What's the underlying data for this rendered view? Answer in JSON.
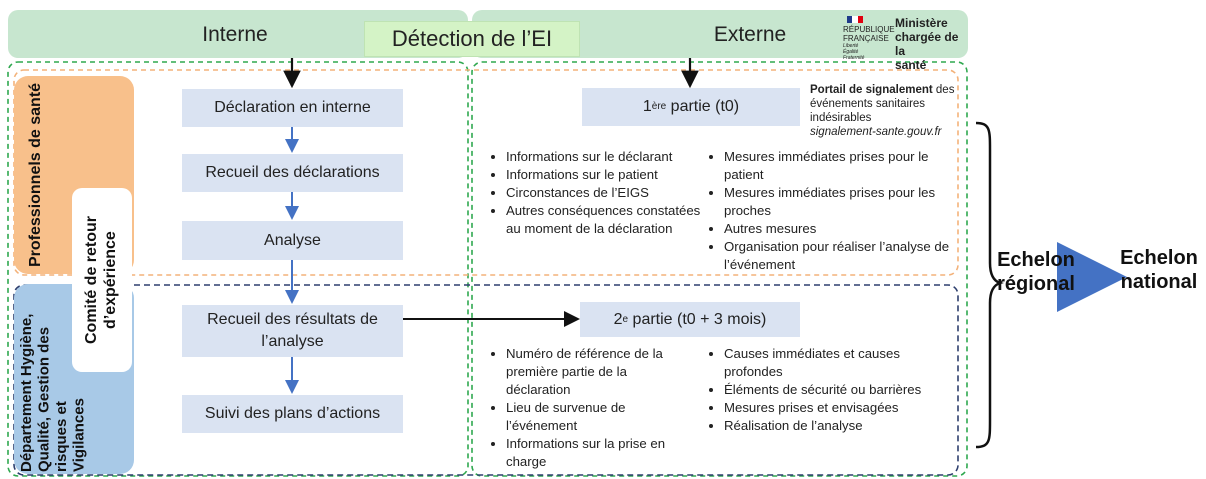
{
  "header": {
    "interne": "Interne",
    "externe": "Externe",
    "detection": "Détection de l’EI"
  },
  "logo": {
    "republique": "RÉPUBLIQUE",
    "francaise": "FRANÇAISE",
    "motto": [
      "Liberté",
      "Égalité",
      "Fraternité"
    ],
    "ministere": [
      "Ministère",
      "chargée de la",
      "santé"
    ]
  },
  "side": {
    "pro_sante": "Professionnels de santé",
    "comite": "Comité de retour d’expérience",
    "departement": [
      "Département Hygiène,",
      "Qualité, Gestion des",
      "risques et",
      "Vigilances"
    ]
  },
  "interne_steps": [
    "Déclaration en interne",
    "Recueil des déclarations",
    "Analyse",
    "Recueil des résultats de l’analyse",
    "Suivi des plans d’actions"
  ],
  "part1": {
    "num": "1",
    "sup": "ère",
    "label": " partie (t0)",
    "portal_bold": "Portail de signalement",
    "portal_rest": " des événements sanitaires indésirables",
    "portal_url": "signalement-sante.gouv.fr",
    "left": [
      "Informations sur le déclarant",
      "Informations sur le patient",
      "Circonstances de l’EIGS",
      "Autres conséquences constatées au moment de la déclaration"
    ],
    "right": [
      "Mesures immédiates prises pour le patient",
      "Mesures immédiates prises pour les proches",
      "Autres mesures",
      "Organisation pour réaliser l’analyse de l’événement"
    ]
  },
  "part2": {
    "num": "2",
    "sup": "e",
    "label": " partie (t0 + 3 mois)",
    "left": [
      "Numéro de référence de la première partie de la déclaration",
      "Lieu de survenue de l’événement",
      "Informations sur la prise en charge"
    ],
    "right": [
      "Causes immédiates et causes profondes",
      "Éléments de sécurité ou barrières",
      "Mesures prises et envisagées",
      "Réalisation de l’analyse"
    ]
  },
  "echelon": {
    "regional": [
      "Echelon",
      "régional"
    ],
    "national": [
      "Echelon",
      "national"
    ]
  },
  "colors": {
    "header_green": "#c7e6cf",
    "detection_green": "#d4f3c6",
    "orange": "#f8c08b",
    "blue_band": "#a8c9e7",
    "process_box": "#dae3f2",
    "dash_green": "#2fa84f",
    "dash_orange": "#f3b27a",
    "dash_navy": "#2e3f6e",
    "arrow_blue": "#4472c4"
  }
}
